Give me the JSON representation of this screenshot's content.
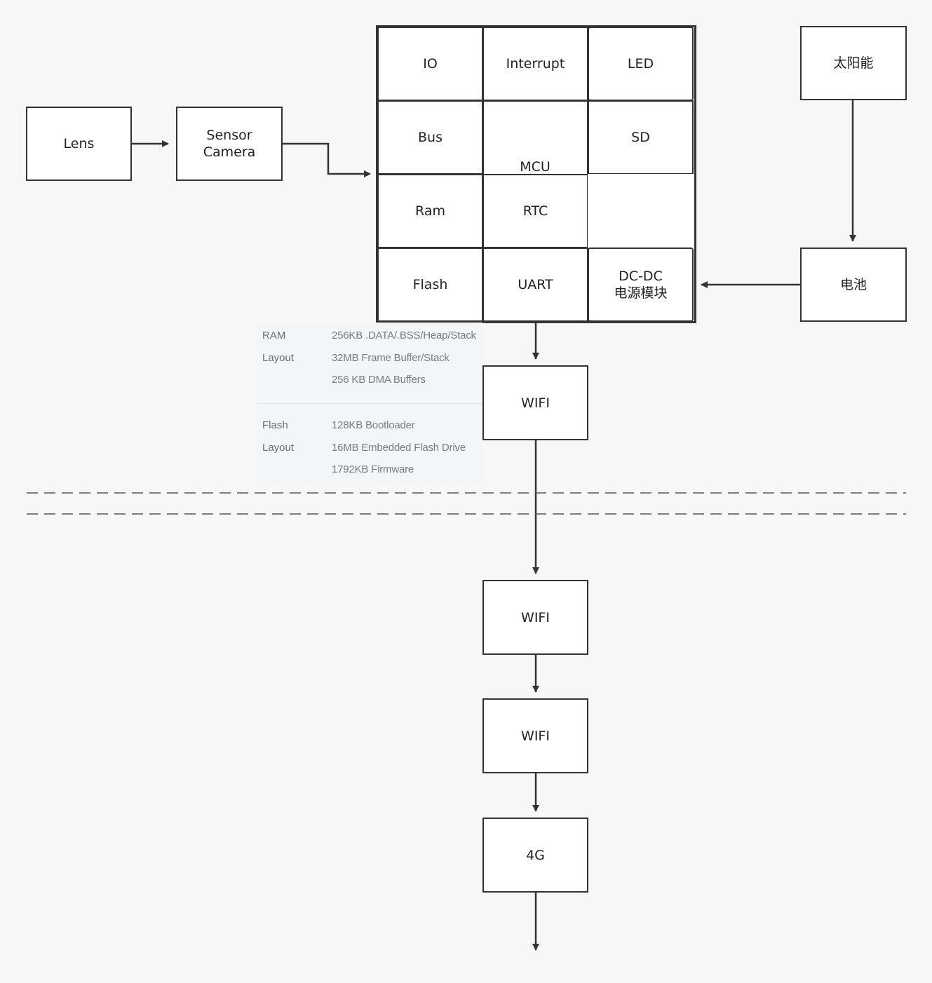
{
  "lens": "Lens",
  "sensor": "Sensor\nCamera",
  "mcu": {
    "label": "MCU",
    "io": "IO",
    "interrupt": "Interrupt",
    "led": "LED",
    "bus": "Bus",
    "sd": "SD",
    "ram": "Ram",
    "rtc": "RTC",
    "flash": "Flash",
    "uart": "UART",
    "dcdc": "DC-DC\n电源模块"
  },
  "solar": "太阳能",
  "battery": "电池",
  "memory_table": {
    "ram": {
      "label_1": "RAM",
      "label_2": "Layout",
      "values": [
        "256KB .DATA/.BSS/Heap/Stack",
        "32MB Frame Buffer/Stack",
        "256 KB DMA Buffers"
      ]
    },
    "flash": {
      "label_1": "Flash",
      "label_2": "Layout",
      "values": [
        "128KB Bootloader",
        "16MB Embedded Flash Drive",
        "1792KB Firmware"
      ]
    }
  },
  "chain": {
    "wifi_1": "WIFI",
    "wifi_2": "WIFI",
    "wifi_3": "WIFI",
    "net_4g": "4G"
  }
}
